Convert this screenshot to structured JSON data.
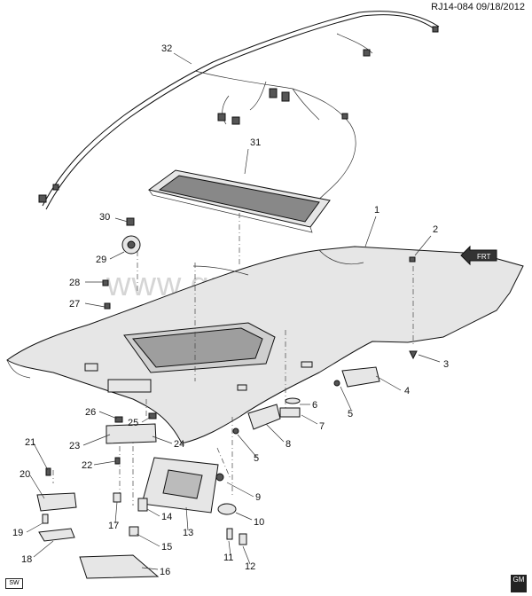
{
  "header": {
    "code": "RJ14-084",
    "date": "09/18/2012"
  },
  "watermark": "www.gmsklad.ru",
  "badges": {
    "sw": "SW",
    "gm": "GM"
  },
  "direction": {
    "label": "FRT"
  },
  "callouts": [
    {
      "n": "1"
    },
    {
      "n": "2"
    },
    {
      "n": "3"
    },
    {
      "n": "4"
    },
    {
      "n": "5"
    },
    {
      "n": "5"
    },
    {
      "n": "6"
    },
    {
      "n": "7"
    },
    {
      "n": "8"
    },
    {
      "n": "9"
    },
    {
      "n": "10"
    },
    {
      "n": "11"
    },
    {
      "n": "12"
    },
    {
      "n": "13"
    },
    {
      "n": "14"
    },
    {
      "n": "15"
    },
    {
      "n": "16"
    },
    {
      "n": "17"
    },
    {
      "n": "18"
    },
    {
      "n": "19"
    },
    {
      "n": "20"
    },
    {
      "n": "21"
    },
    {
      "n": "22"
    },
    {
      "n": "23"
    },
    {
      "n": "24"
    },
    {
      "n": "25"
    },
    {
      "n": "26"
    },
    {
      "n": "27"
    },
    {
      "n": "28"
    },
    {
      "n": "29"
    },
    {
      "n": "30"
    },
    {
      "n": "31"
    },
    {
      "n": "32"
    }
  ]
}
